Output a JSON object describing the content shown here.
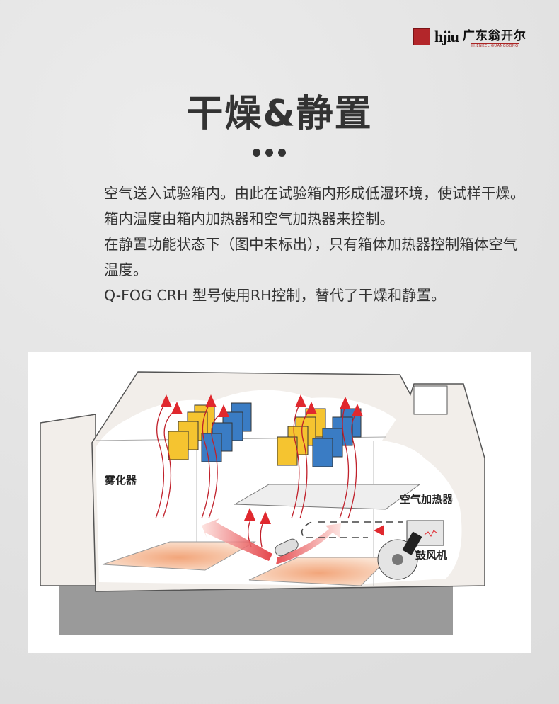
{
  "logo": {
    "brand": "hjiu",
    "chinese_name": "广东翁开尔",
    "english_name": "JIJ.ENKEL GUANGDONG"
  },
  "title": "干燥&静置",
  "paragraphs": [
    "空气送入试验箱内。由此在试验箱内形成低湿环境，使试样干燥。箱内温度由箱内加热器和空气加热器来控制。",
    "在静置功能状态下（图中未标出），只有箱体加热器控制箱体空气温度。",
    "Q-FOG CRH 型号使用RH控制，替代了干燥和静置。"
  ],
  "diagram": {
    "labels": {
      "atomizer": "雾化器",
      "air_heater": "空气加热器",
      "blower": "鼓风机"
    },
    "colors": {
      "yellow_panel": "#f5c430",
      "blue_panel": "#3a7cc4",
      "arrow": "#e0282e",
      "pad": "#f6c9a6"
    }
  }
}
